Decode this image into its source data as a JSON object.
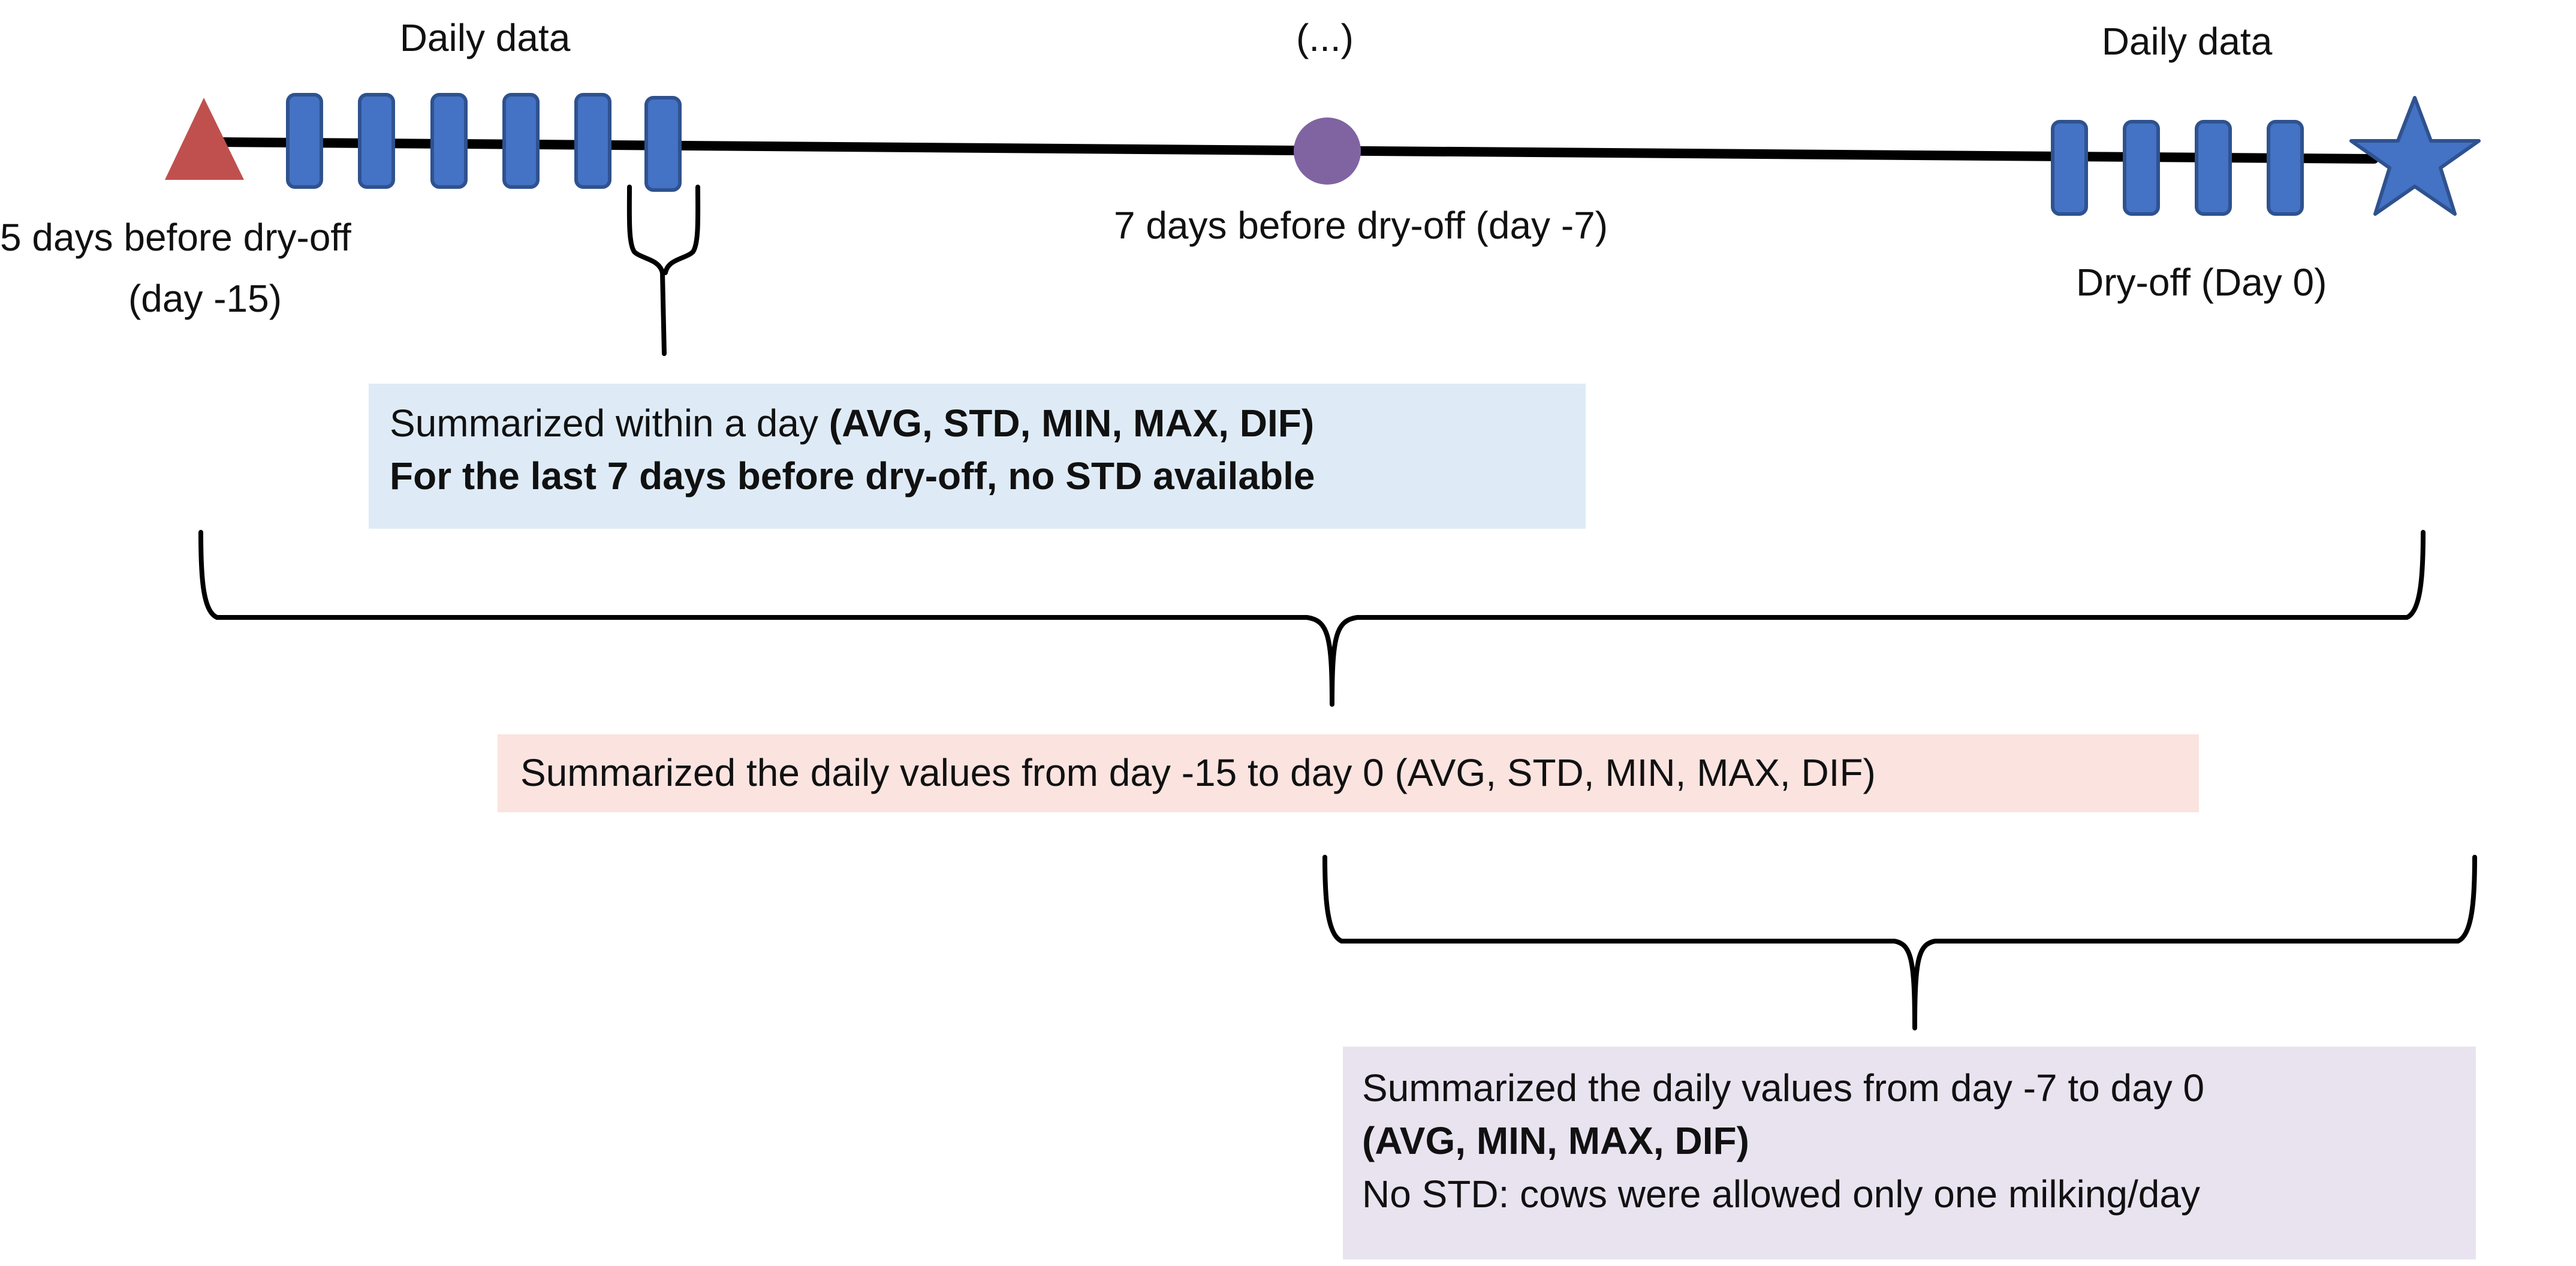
{
  "labels": {
    "daily_data_left": "Daily data",
    "ellipsis": "(...)",
    "daily_data_right": "Daily data",
    "start_line1": "5 days before dry-off",
    "start_line2": "(day -15)",
    "mid_label": "7 days before dry-off (day -7)",
    "end_label": "Dry-off (Day 0)"
  },
  "boxes": {
    "within_day": {
      "line1_normal": "Summarized within a day ",
      "line1_bold": "(AVG, STD, MIN, MAX, DIF)",
      "line2_bold": "For the last 7 days before dry-off, no STD available"
    },
    "range15": {
      "text": "Summarized the daily values from day -15 to day 0 (AVG, STD, MIN, MAX, DIF)"
    },
    "range7": {
      "line1": "Summarized the daily values from day -7 to day 0",
      "line2_bold": "(AVG, MIN, MAX, DIF)",
      "line3": "No STD: cows were allowed only one milking/day"
    }
  },
  "colors": {
    "timeline": "#000000",
    "bar_fill": "#4472c4",
    "bar_stroke": "#2f528f",
    "triangle": "#c0504d",
    "circle": "#8064a2",
    "star": "#4472c4",
    "box_within_day": "#deebf7",
    "box_range15": "#fbe3e0",
    "box_range7": "#e9e3f0"
  }
}
